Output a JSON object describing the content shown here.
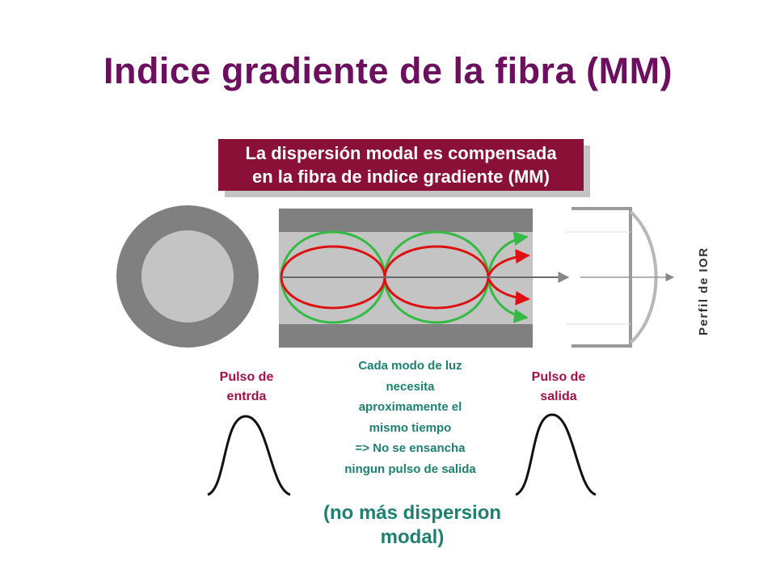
{
  "title": "Indice gradiente de la fibra (MM)",
  "banner": {
    "line1": "La dispersión modal es compensada",
    "line2": "en la fibra de indice gradiente (MM)"
  },
  "labels": {
    "input_pulse": [
      "Pulso de",
      "entrda"
    ],
    "output_pulse": [
      "Pulso de",
      "salida"
    ],
    "ior_profile": "Perfil de  IOR",
    "explanation": [
      "Cada modo de luz",
      "necesita",
      "aproximamente el",
      "mismo tiempo",
      "=> No  se ensancha",
      "ningun pulso de salida"
    ],
    "closing": [
      "(no más dispersion",
      "modal)"
    ]
  },
  "colors": {
    "title": "#6b0f5e",
    "banner_bg": "#8a1038",
    "banner_text": "#ffffff",
    "pulse_label": "#a0104a",
    "explanation_text": "#1e8070",
    "ray_green": "#33bb44",
    "ray_red": "#dd1111",
    "cladding": "#808080",
    "core": "#c4c4c4"
  }
}
